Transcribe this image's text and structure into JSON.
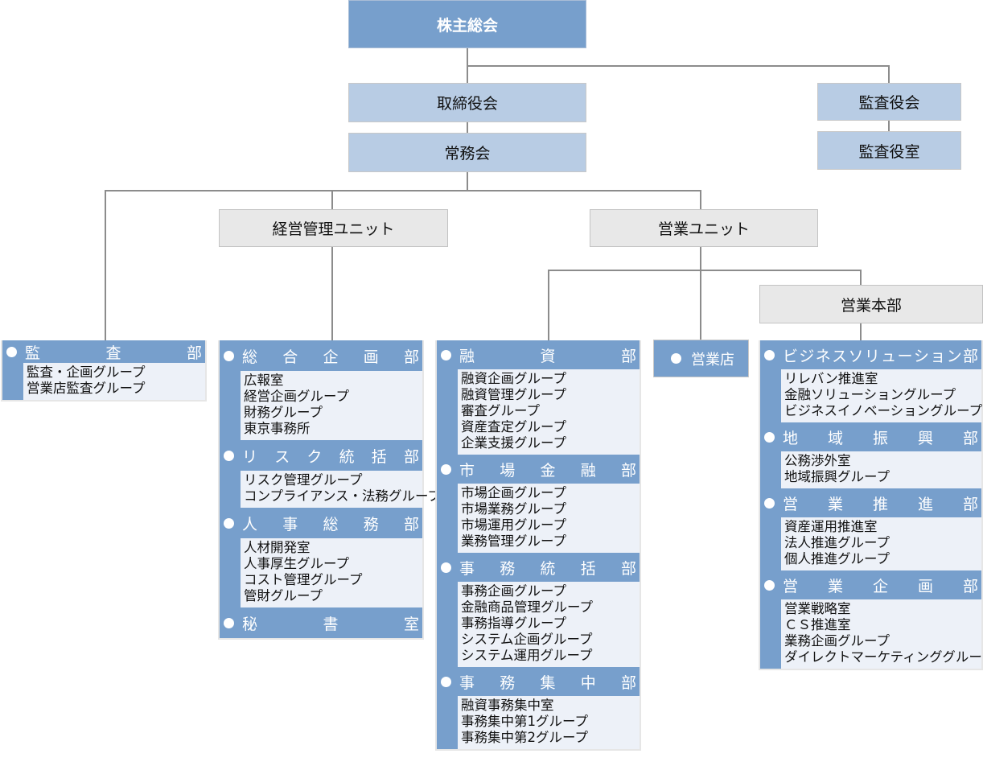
{
  "title": "組織図",
  "top": {
    "shareholders": "株主総会",
    "board": "取締役会",
    "executive": "常務会",
    "auditors": "監査役会",
    "auditors_office": "監査役室"
  },
  "units": {
    "management": "経営管理ユニット",
    "sales": "営業ユニット",
    "sales_hq": "営業本部",
    "branches": "営業店"
  },
  "colors": {
    "top_box": "#779fcc",
    "mid_box": "#b8cce4",
    "unit_box": "#e8e8e8",
    "dept_header": "#779fcc",
    "group_list": "#edf1f8",
    "connector": "#8c8c8c"
  },
  "audit_column": [
    {
      "name": [
        "監",
        "査",
        "部"
      ],
      "groups": [
        "監査・企画グループ",
        "営業店監査グループ"
      ]
    }
  ],
  "management_column": [
    {
      "name": [
        "総",
        "合",
        "企",
        "画",
        "部"
      ],
      "groups": [
        "広報室",
        "経営企画グループ",
        "財務グループ",
        "東京事務所"
      ]
    },
    {
      "name": [
        "リ",
        "ス",
        "ク",
        "統",
        "括",
        "部"
      ],
      "groups": [
        "リスク管理グループ",
        "コンプライアンス・法務グループ"
      ]
    },
    {
      "name": [
        "人",
        "事",
        "総",
        "務",
        "部"
      ],
      "groups": [
        "人材開発室",
        "人事厚生グループ",
        "コスト管理グループ",
        "管財グループ"
      ]
    },
    {
      "name": [
        "秘",
        "書",
        "室"
      ],
      "groups": []
    }
  ],
  "sales_column": [
    {
      "name": [
        "融",
        "資",
        "部"
      ],
      "groups": [
        "融資企画グループ",
        "融資管理グループ",
        "審査グループ",
        "資産査定グループ",
        "企業支援グループ"
      ]
    },
    {
      "name": [
        "市",
        "場",
        "金",
        "融",
        "部"
      ],
      "groups": [
        "市場企画グループ",
        "市場業務グループ",
        "市場運用グループ",
        "業務管理グループ"
      ]
    },
    {
      "name": [
        "事",
        "務",
        "統",
        "括",
        "部"
      ],
      "groups": [
        "事務企画グループ",
        "金融商品管理グループ",
        "事務指導グループ",
        "システム企画グループ",
        "システム運用グループ"
      ]
    },
    {
      "name": [
        "事",
        "務",
        "集",
        "中",
        "部"
      ],
      "groups": [
        "融資事務集中室",
        "事務集中第1グループ",
        "事務集中第2グループ"
      ]
    }
  ],
  "sales_hq_column": [
    {
      "name": [
        "ビ",
        "ジ",
        "ネ",
        "ス",
        "ソ",
        "リ",
        "ュ",
        "ー",
        "シ",
        "ョ",
        "ン",
        "部"
      ],
      "groups": [
        "リレバン推進室",
        "金融ソリューショングループ",
        "ビジネスイノベーショングループ"
      ]
    },
    {
      "name": [
        "地",
        "域",
        "振",
        "興",
        "部"
      ],
      "groups": [
        "公務渉外室",
        "地域振興グループ"
      ]
    },
    {
      "name": [
        "営",
        "業",
        "推",
        "進",
        "部"
      ],
      "groups": [
        "資産運用推進室",
        "法人推進グループ",
        "個人推進グループ"
      ]
    },
    {
      "name": [
        "営",
        "業",
        "企",
        "画",
        "部"
      ],
      "groups": [
        "営業戦略室",
        "ＣＳ推進室",
        "業務企画グループ",
        "ダイレクトマーケティンググループ"
      ]
    }
  ]
}
